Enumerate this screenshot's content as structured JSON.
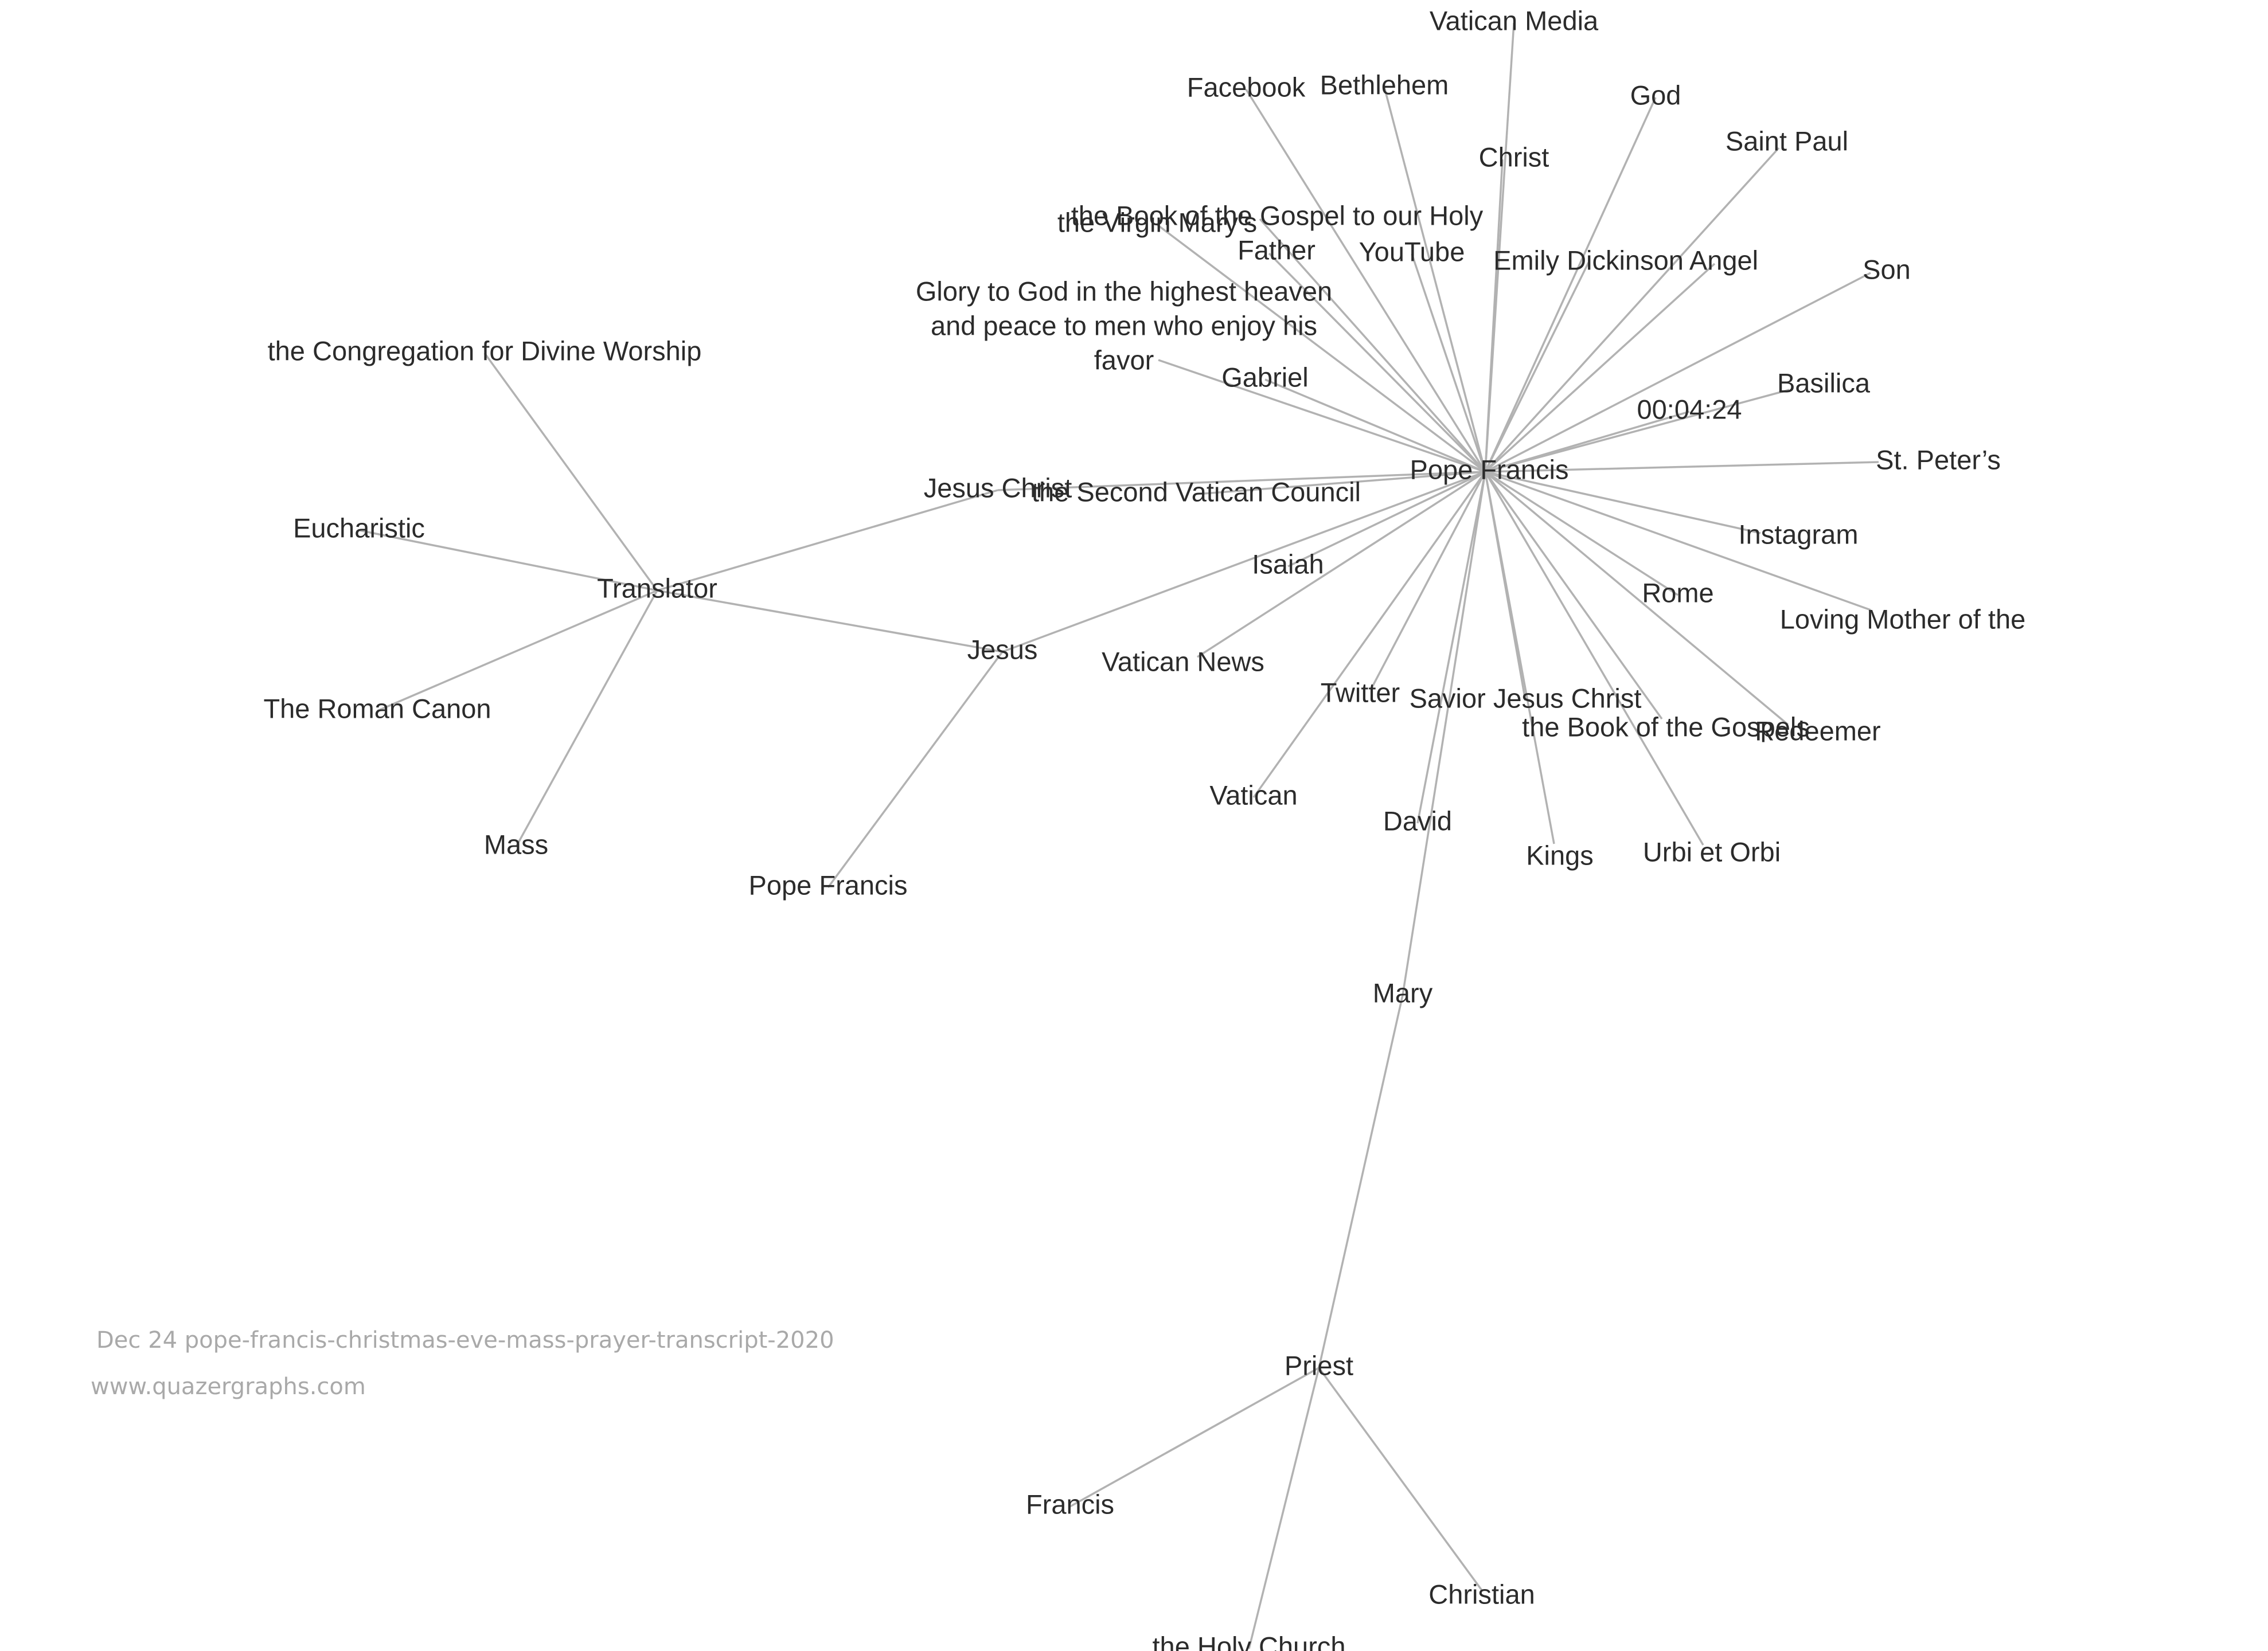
{
  "graph": {
    "nodes": [
      {
        "id": "pf",
        "label": "Pope Francis"
      },
      {
        "id": "vatican_media",
        "label": "Vatican Media"
      },
      {
        "id": "facebook",
        "label": "Facebook"
      },
      {
        "id": "bethlehem",
        "label": "Bethlehem"
      },
      {
        "id": "god",
        "label": "God"
      },
      {
        "id": "christ",
        "label": "Christ"
      },
      {
        "id": "saint_paul",
        "label": "Saint Paul"
      },
      {
        "id": "book_gospel_holy",
        "label": "the Book of the Gospel to our Holy"
      },
      {
        "id": "virgin_marys",
        "label": "the Virgin Mary’s"
      },
      {
        "id": "father",
        "label": "Father"
      },
      {
        "id": "youtube",
        "label": "YouTube"
      },
      {
        "id": "emily",
        "label": "Emily Dickinson"
      },
      {
        "id": "angel",
        "label": "Angel"
      },
      {
        "id": "son",
        "label": "Son"
      },
      {
        "id": "glory",
        "label": [
          "Glory to God in the highest heaven",
          "and peace to men who enjoy his",
          "favor"
        ]
      },
      {
        "id": "gabriel",
        "label": "Gabriel"
      },
      {
        "id": "timestamp",
        "label": "00:04:24"
      },
      {
        "id": "basilica",
        "label": "Basilica"
      },
      {
        "id": "st_peters",
        "label": "St. Peter’s"
      },
      {
        "id": "jesus_christ",
        "label": "Jesus Christ"
      },
      {
        "id": "second_vatican",
        "label": "the Second Vatican Council"
      },
      {
        "id": "instagram",
        "label": "Instagram"
      },
      {
        "id": "isaiah",
        "label": "Isaiah"
      },
      {
        "id": "rome",
        "label": "Rome"
      },
      {
        "id": "loving_mother",
        "label": "Loving Mother of the"
      },
      {
        "id": "vatican_news",
        "label": "Vatican News"
      },
      {
        "id": "twitter",
        "label": "Twitter"
      },
      {
        "id": "savior",
        "label": "Savior Jesus Christ"
      },
      {
        "id": "book_gospels",
        "label": "the Book of the Gospels"
      },
      {
        "id": "redeemer",
        "label": "Redeemer"
      },
      {
        "id": "vatican",
        "label": "Vatican"
      },
      {
        "id": "david",
        "label": "David"
      },
      {
        "id": "kings",
        "label": "Kings"
      },
      {
        "id": "urbi",
        "label": "Urbi et Orbi"
      },
      {
        "id": "mary",
        "label": "Mary"
      },
      {
        "id": "priest",
        "label": "Priest"
      },
      {
        "id": "francis",
        "label": "Francis"
      },
      {
        "id": "christian",
        "label": "Christian"
      },
      {
        "id": "holy_church",
        "label": "the Holy Church"
      },
      {
        "id": "jesus",
        "label": "Jesus"
      },
      {
        "id": "pf2",
        "label": "Pope Francis"
      },
      {
        "id": "translator",
        "label": "Translator"
      },
      {
        "id": "congregation",
        "label": "the Congregation for Divine Worship"
      },
      {
        "id": "eucharistic",
        "label": "Eucharistic"
      },
      {
        "id": "roman_canon",
        "label": "The Roman Canon"
      },
      {
        "id": "mass",
        "label": "Mass"
      }
    ],
    "edges": [
      [
        "pf",
        "vatican_media"
      ],
      [
        "pf",
        "facebook"
      ],
      [
        "pf",
        "bethlehem"
      ],
      [
        "pf",
        "god"
      ],
      [
        "pf",
        "christ"
      ],
      [
        "pf",
        "saint_paul"
      ],
      [
        "pf",
        "book_gospel_holy"
      ],
      [
        "pf",
        "virgin_marys"
      ],
      [
        "pf",
        "father"
      ],
      [
        "pf",
        "youtube"
      ],
      [
        "pf",
        "emily"
      ],
      [
        "pf",
        "angel"
      ],
      [
        "pf",
        "son"
      ],
      [
        "pf",
        "glory"
      ],
      [
        "pf",
        "gabriel"
      ],
      [
        "pf",
        "timestamp"
      ],
      [
        "pf",
        "basilica"
      ],
      [
        "pf",
        "st_peters"
      ],
      [
        "pf",
        "jesus_christ"
      ],
      [
        "pf",
        "second_vatican"
      ],
      [
        "pf",
        "instagram"
      ],
      [
        "pf",
        "isaiah"
      ],
      [
        "pf",
        "rome"
      ],
      [
        "pf",
        "loving_mother"
      ],
      [
        "pf",
        "vatican_news"
      ],
      [
        "pf",
        "twitter"
      ],
      [
        "pf",
        "savior"
      ],
      [
        "pf",
        "book_gospels"
      ],
      [
        "pf",
        "redeemer"
      ],
      [
        "pf",
        "vatican"
      ],
      [
        "pf",
        "david"
      ],
      [
        "pf",
        "kings"
      ],
      [
        "pf",
        "urbi"
      ],
      [
        "pf",
        "mary"
      ],
      [
        "pf",
        "jesus"
      ],
      [
        "jesus",
        "pf2"
      ],
      [
        "jesus",
        "translator"
      ],
      [
        "jesus_christ",
        "translator"
      ],
      [
        "translator",
        "congregation"
      ],
      [
        "translator",
        "eucharistic"
      ],
      [
        "translator",
        "roman_canon"
      ],
      [
        "translator",
        "mass"
      ],
      [
        "mary",
        "priest"
      ],
      [
        "priest",
        "francis"
      ],
      [
        "priest",
        "christian"
      ],
      [
        "priest",
        "holy_church"
      ]
    ]
  },
  "credits": {
    "title": "Dec 24 pope-francis-christmas-eve-mass-prayer-transcript-2020",
    "site": "www.quazergraphs.com"
  }
}
